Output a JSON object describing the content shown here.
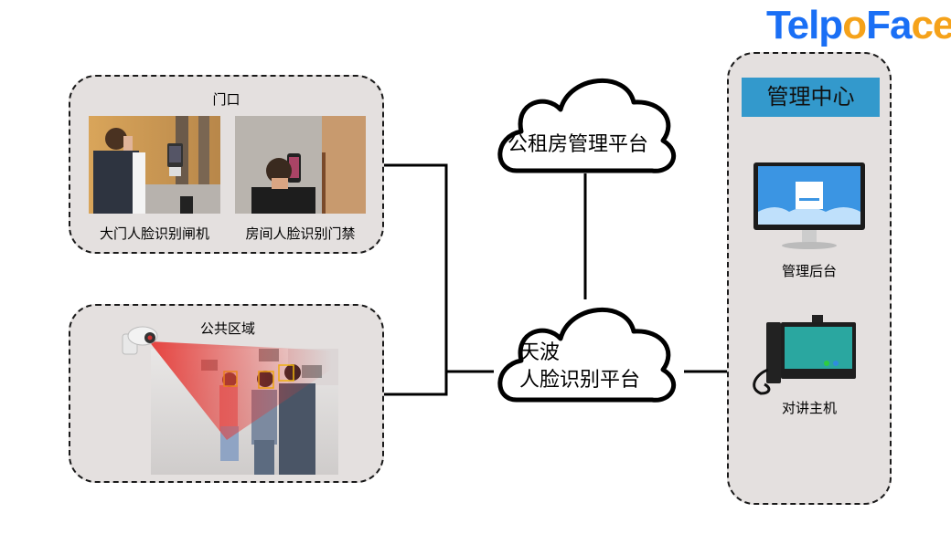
{
  "logo": {
    "part1": "Telp",
    "part2": "o",
    "part3": "Fa",
    "part4": "ce",
    "primary_color": "#1a6ff5",
    "accent_color": "#f5a21a"
  },
  "groups": {
    "entrance": {
      "title": "门口",
      "items": [
        {
          "label": "大门人脸识别闸机"
        },
        {
          "label": "房间人脸识别门禁"
        }
      ]
    },
    "public_area": {
      "title": "公共区域"
    },
    "management": {
      "title": "管理中心",
      "items": [
        {
          "label": "管理后台"
        },
        {
          "label": "对讲主机"
        }
      ]
    }
  },
  "clouds": {
    "rental_platform": {
      "label": "公租房管理平台"
    },
    "face_platform": {
      "line1": "天波",
      "line2": "人脸识别平台"
    }
  },
  "colors": {
    "group_bg": "#e4e0df",
    "header_blue": "#3399cc",
    "face_box": "#f2d600",
    "camera_beam": "#e53935"
  }
}
